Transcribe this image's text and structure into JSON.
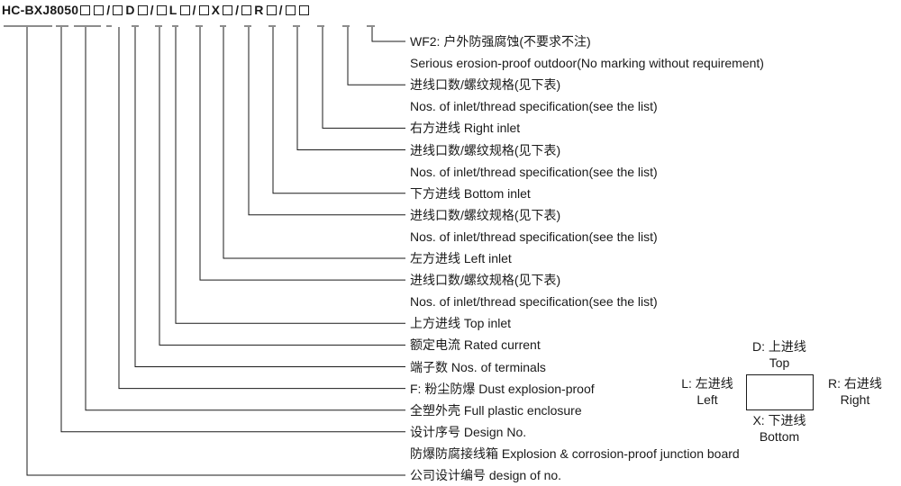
{
  "model_code": {
    "prefix": "HC-BXJ8050",
    "segments": [
      "",
      "",
      "/",
      "",
      "D",
      "",
      "/",
      "",
      "L",
      "",
      "/",
      "",
      "X",
      "",
      "/",
      "",
      "R",
      "",
      "/",
      "",
      ""
    ]
  },
  "descriptions": [
    "WF2: 户外防强腐蚀(不要求不注)",
    "Serious erosion-proof outdoor(No marking without requirement)",
    "进线口数/螺纹规格(见下表)",
    "Nos. of inlet/thread specification(see the list)",
    "右方进线  Right inlet",
    "进线口数/螺纹规格(见下表)",
    "Nos. of inlet/thread specification(see the list)",
    "下方进线  Bottom inlet",
    "进线口数/螺纹规格(见下表)",
    "Nos. of inlet/thread specification(see the list)",
    "左方进线  Left inlet",
    "进线口数/螺纹规格(见下表)",
    "Nos. of inlet/thread specification(see the list)",
    "上方进线  Top inlet",
    "额定电流  Rated current",
    "端子数  Nos. of terminals",
    "F: 粉尘防爆  Dust explosion-proof",
    "全塑外壳  Full plastic enclosure",
    "设计序号  Design No.",
    "防爆防腐接线箱  Explosion & corrosion-proof junction board",
    "公司设计编号 design of no."
  ],
  "inlet_diagram": {
    "top_cn": "D: 上进线",
    "top_en": "Top",
    "left_cn": "L: 左进线",
    "left_en": "Left",
    "right_cn": "R: 右进线",
    "right_en": "Right",
    "bottom_cn": "X: 下进线",
    "bottom_en": "Bottom"
  },
  "colors": {
    "ink": "#1a1a1a",
    "background": "#ffffff"
  }
}
